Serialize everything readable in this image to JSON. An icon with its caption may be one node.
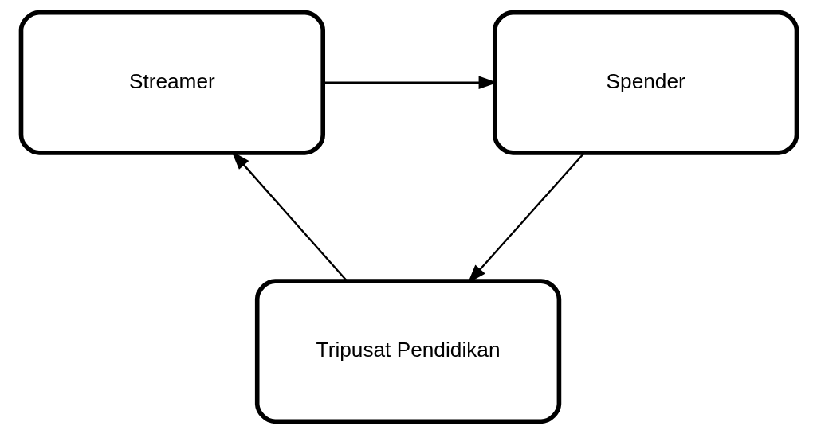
{
  "diagram": {
    "nodes": [
      {
        "text": [
          "Streamer"
        ]
      },
      {
        "text": [
          "Spender"
        ]
      },
      {
        "text": [
          "Tripusat Pendidikan"
        ]
      }
    ],
    "edges": [
      {
        "from": 0,
        "to": 1,
        "arrow": "to"
      },
      {
        "from": 1,
        "to": 2,
        "arrow": "to"
      },
      {
        "from": 2,
        "to": 0,
        "arrow": "to"
      }
    ]
  }
}
